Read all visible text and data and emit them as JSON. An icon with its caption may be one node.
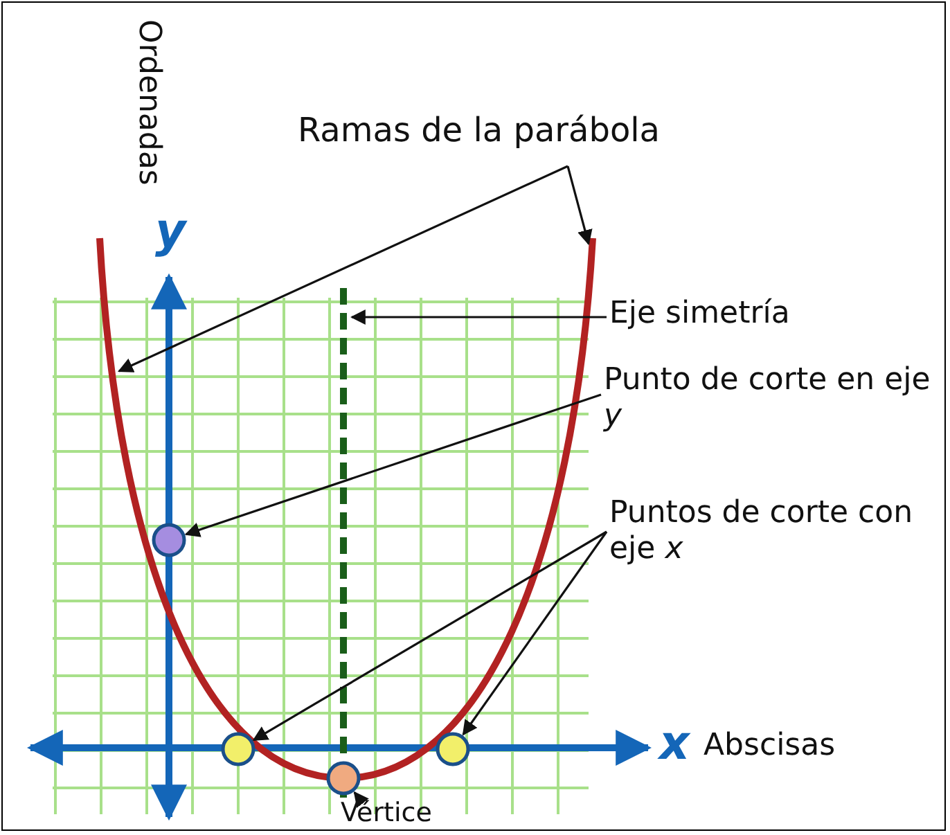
{
  "diagram": {
    "nodes": [
      {
        "text": [
          "Ramas de la parábola"
        ]
      },
      {
        "text": [
          "Eje simetría"
        ]
      },
      {
        "text": [
          "Punto de corte en eje *y*"
        ]
      },
      {
        "text": [
          "Puntos de corte con eje *x*"
        ]
      },
      {
        "text": [
          "Vértice"
        ]
      },
      {
        "text": [],
        "shape": "circle"
      },
      {
        "text": [],
        "shape": "circle"
      },
      {
        "text": [],
        "shape": "circle"
      },
      {
        "text": [],
        "shape": "circle"
      }
    ],
    "edges": [
      {
        "from": 0,
        "to": null,
        "arrow": "to"
      },
      {
        "from": 0,
        "to": null,
        "arrow": "to"
      },
      {
        "from": 1,
        "to": null,
        "arrow": "to"
      },
      {
        "from": 2,
        "to": 5,
        "arrow": "to"
      },
      {
        "from": 3,
        "to": 6,
        "arrow": "to"
      },
      {
        "from": 3,
        "to": 7,
        "arrow": "to"
      },
      {
        "from": 4,
        "to": 8,
        "arrow": "to"
      }
    ],
    "labels": [
      "Ordenadas",
      "y",
      "x",
      "Abscisas"
    ]
  }
}
